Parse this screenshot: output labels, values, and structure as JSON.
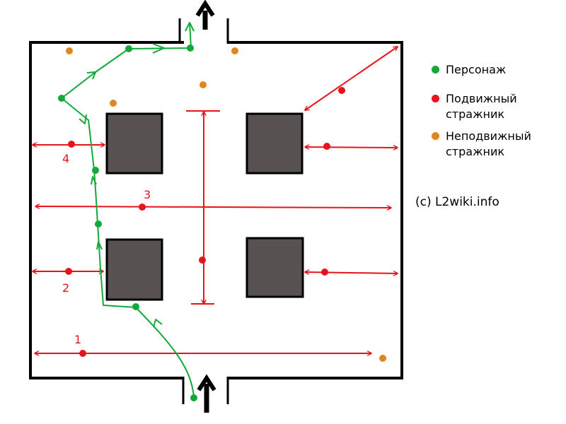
{
  "legend": {
    "character": {
      "label": "Персонаж",
      "color": "#12a93a"
    },
    "moving_guard": {
      "label": "Подвижный\nстражник",
      "color": "#e8141b"
    },
    "static_guard": {
      "label": "Неподвижный\nстражник",
      "color": "#e0861c"
    }
  },
  "copyright": "(c) L2wiki.info",
  "patrol_labels": [
    "1",
    "2",
    "3",
    "4"
  ],
  "colors": {
    "wall": "#000000",
    "pillar": "#575151",
    "path": "#12a93a",
    "patrol": "#e8141b",
    "static": "#e0861c"
  }
}
